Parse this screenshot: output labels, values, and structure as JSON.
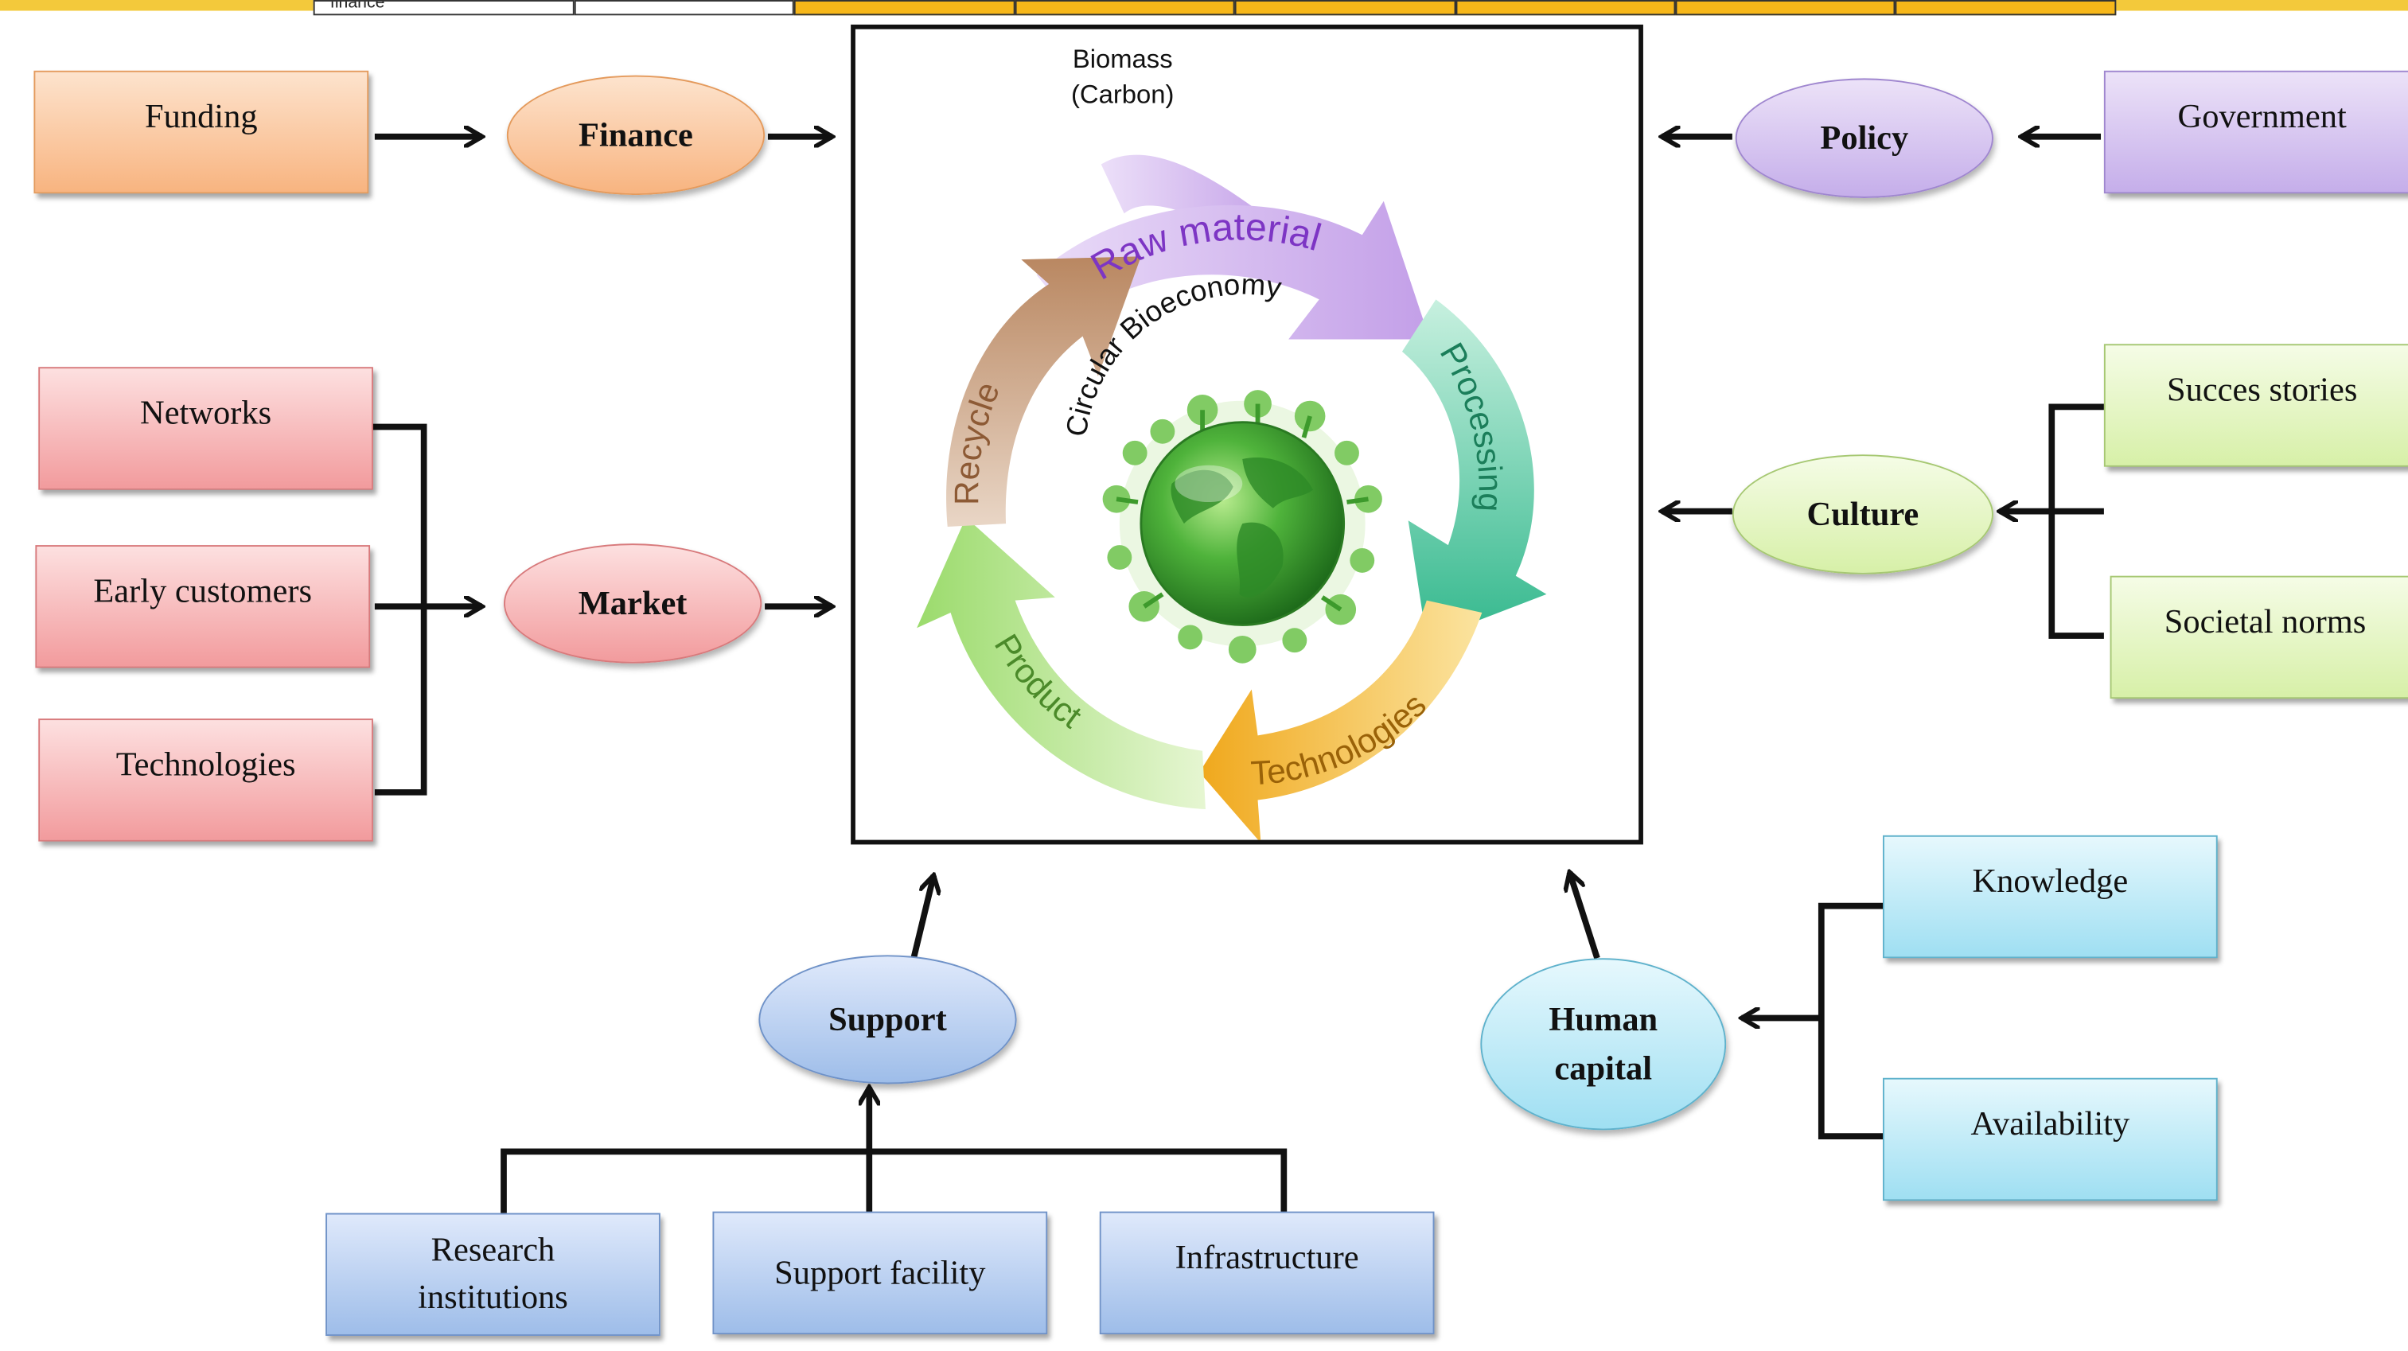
{
  "header_strip": {
    "first_cell_text": "finance"
  },
  "center": {
    "biomass_line1": "Biomass",
    "biomass_line2": "(Carbon)",
    "title": "Circular Bioeconomy",
    "cycle_labels": {
      "raw_material": "Raw material",
      "processing": "Processing",
      "technologies": "Technologies",
      "product": "Product",
      "recycle": "Recycle"
    }
  },
  "nodes": {
    "funding": "Funding",
    "finance": "Finance",
    "policy": "Policy",
    "government": "Government",
    "networks": "Networks",
    "early_customers": "Early customers",
    "technologies": "Technologies",
    "market": "Market",
    "success_stories": "Succes stories",
    "societal_norms": "Societal norms",
    "culture": "Culture",
    "knowledge": "Knowledge",
    "availability": "Availability",
    "human_capital_line1": "Human",
    "human_capital_line2": "capital",
    "support": "Support",
    "research_line1": "Research",
    "research_line2": "institutions",
    "support_facility": "Support facility",
    "infrastructure": "Infrastructure"
  },
  "colors": {
    "orange": "#f8b480",
    "red": "#f29b9d",
    "purple": "#c5aeea",
    "green": "#d7f0a8",
    "blue": "#9ebde9",
    "cyan": "#9fdff2",
    "header_yellow": "#f3c93b",
    "cycle_raw_material": "#c7a8ea",
    "cycle_processing": "#43c49b",
    "cycle_technologies": "#f3b93a",
    "cycle_product": "#a8df7a",
    "cycle_recycle": "#c99a76"
  },
  "icons": [
    "earth-globe-icon"
  ]
}
